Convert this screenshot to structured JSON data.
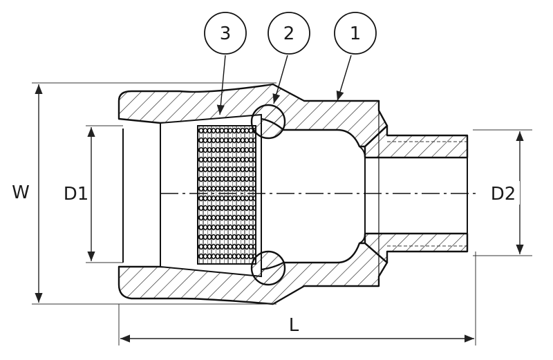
{
  "balloons": [
    {
      "label": "3"
    },
    {
      "label": "2"
    },
    {
      "label": "1"
    }
  ],
  "dimensions": {
    "W": "W",
    "D1": "D1",
    "D2": "D2",
    "L": "L"
  }
}
